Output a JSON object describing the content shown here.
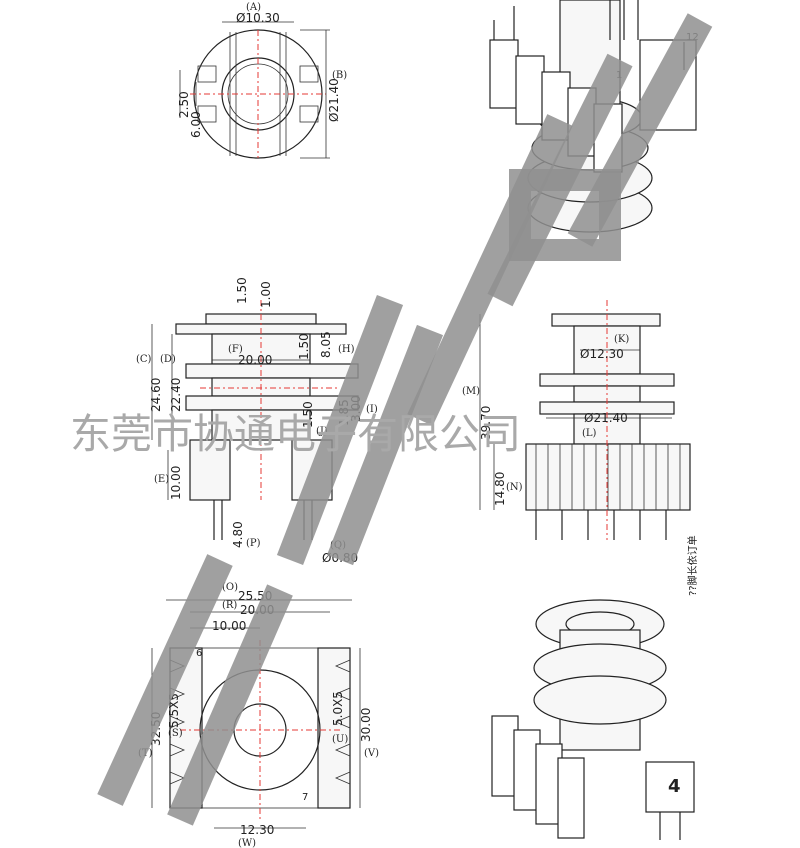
{
  "watermark": {
    "company_name": "东莞市协通电子有限公司",
    "big_characters": [
      "东",
      "莞",
      "协",
      "通",
      "电",
      "子"
    ]
  },
  "callouts": {
    "A": "(A)",
    "B": "(B)",
    "C": "(C)",
    "D": "(D)",
    "E": "(E)",
    "F": "(F)",
    "H": "(H)",
    "I": "(I)",
    "J": "(J)",
    "K": "(K)",
    "L": "(L)",
    "M": "(M)",
    "N": "(N)",
    "O": "(O)",
    "P": "(P)",
    "Q": "(Q)",
    "R": "(R)",
    "S": "(S)",
    "T": "(T)",
    "U": "(U)",
    "V": "(V)",
    "W": "(W)"
  },
  "dimensions": {
    "A": "Ø10.30",
    "B": "Ø21.40",
    "top_2_50": "2.50",
    "top_6_00": "6.00",
    "side_1_50_top": "1.50",
    "side_1_00": "1.00",
    "C": "24.60",
    "D": "22.40",
    "F": "20.00",
    "side_1_50_mid": "1.50",
    "H": "8.05",
    "I": "3.00",
    "side_1_85": "1.85",
    "side_1_50_low": "1.50",
    "E": "10.00",
    "P": "4.80",
    "Q": "Ø0.80",
    "K": "Ø12.30",
    "L": "Ø21.40",
    "M": "39.70",
    "N": "14.80",
    "O": "25.50",
    "R": "20.00",
    "bottom_10_00": "10.00",
    "T": "32.50",
    "S": "5.5X5",
    "U": "5.0X5",
    "V": "30.00",
    "W": "12.30",
    "note_rotated": "??脚长依订单",
    "pin_label_1": "1",
    "pin_label_12": "12",
    "pin_label_6": "6",
    "pin_label_7": "7",
    "part_number_badge": "4"
  }
}
